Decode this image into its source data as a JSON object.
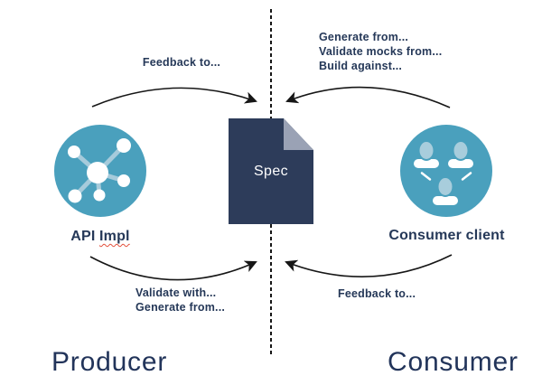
{
  "zones": {
    "producer_label": "Producer",
    "consumer_label": "Consumer"
  },
  "nodes": {
    "producer": {
      "label_prefix": "API",
      "label_suffix": "Impl"
    },
    "spec": {
      "label": "Spec"
    },
    "consumer": {
      "label": "Consumer client"
    }
  },
  "arrow_labels": {
    "top_left": "Feedback to...",
    "top_right": [
      "Generate from...",
      "Validate mocks from...",
      "Build against..."
    ],
    "bottom_left": [
      "Validate with...",
      "Generate from..."
    ],
    "bottom_right": "Feedback to..."
  },
  "colors": {
    "icon_teal": "#4aa0bd",
    "icon_light_blue": "#a8cddc",
    "icon_white": "#ffffff",
    "navy_text": "#253858",
    "doc_fill": "#2d3c5a",
    "doc_fold": "#9aa2b5",
    "arrow_black": "#161616",
    "spellcheck_red": "#e34f3b"
  }
}
